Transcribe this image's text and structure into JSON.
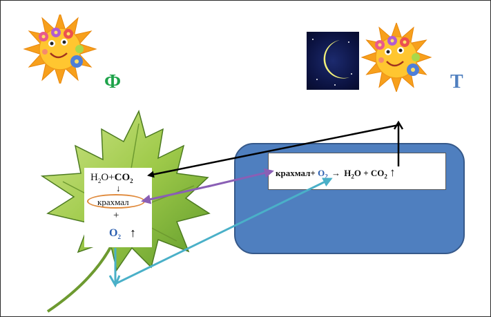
{
  "labels": {
    "day": "Ф",
    "night": "Т"
  },
  "photosynthesis": {
    "reactants": [
      "H",
      "2",
      "O+",
      "CO",
      "2"
    ],
    "arrow_down": "↓",
    "starch": "крахмал",
    "plus": "+",
    "oxygen": [
      "O",
      "2"
    ],
    "up_arrow": "↑"
  },
  "respiration": {
    "starch": "крахмал",
    "plus": "+",
    "oxygen": [
      "O",
      "2"
    ],
    "arrow": "→",
    "products": [
      "H",
      "2",
      "O + ",
      "CO",
      "2"
    ],
    "up_arrow": "↑"
  },
  "colors": {
    "day_letter": "#1ea34a",
    "night_letter": "#4f7fbf",
    "panel": "#4f7fbf",
    "black_arrow": "#000000",
    "purple_arrow": "#8a5fb5",
    "teal_arrow": "#4ab0c8",
    "ring": "#e08a3c"
  },
  "icons": [
    "sun-icon",
    "sun-icon",
    "moon-icon",
    "maple-leaf-icon"
  ]
}
